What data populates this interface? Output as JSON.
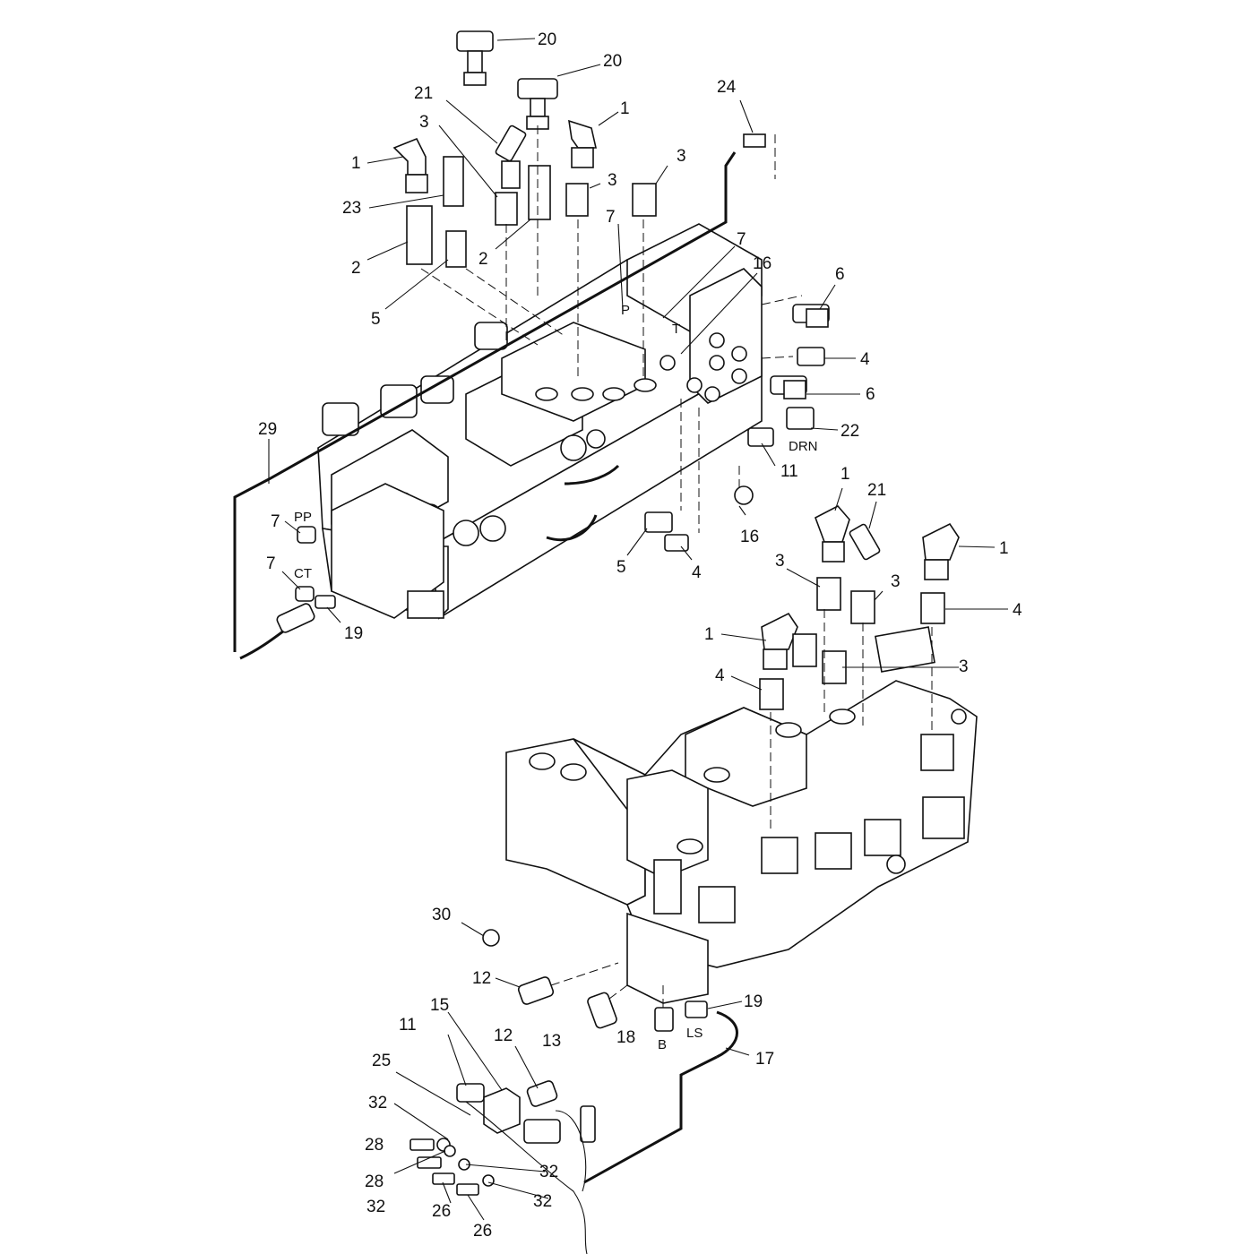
{
  "diagram": {
    "callouts": [
      {
        "text": "20"
      },
      {
        "text": "20"
      },
      {
        "text": "21"
      },
      {
        "text": "1"
      },
      {
        "text": "24"
      },
      {
        "text": "3"
      },
      {
        "text": "1"
      },
      {
        "text": "23"
      },
      {
        "text": "3"
      },
      {
        "text": "3"
      },
      {
        "text": "2"
      },
      {
        "text": "2"
      },
      {
        "text": "7"
      },
      {
        "text": "7"
      },
      {
        "text": "16"
      },
      {
        "text": "5"
      },
      {
        "text": "6"
      },
      {
        "text": "4"
      },
      {
        "text": "6"
      },
      {
        "text": "22"
      },
      {
        "text": "29"
      },
      {
        "text": "11"
      },
      {
        "text": "7"
      },
      {
        "text": "16"
      },
      {
        "text": "7"
      },
      {
        "text": "5"
      },
      {
        "text": "4"
      },
      {
        "text": "19"
      },
      {
        "text": "1"
      },
      {
        "text": "21"
      },
      {
        "text": "1"
      },
      {
        "text": "3"
      },
      {
        "text": "3"
      },
      {
        "text": "4"
      },
      {
        "text": "1"
      },
      {
        "text": "3"
      },
      {
        "text": "4"
      },
      {
        "text": "30"
      },
      {
        "text": "12"
      },
      {
        "text": "19"
      },
      {
        "text": "15"
      },
      {
        "text": "13"
      },
      {
        "text": "18"
      },
      {
        "text": "11"
      },
      {
        "text": "12"
      },
      {
        "text": "17"
      },
      {
        "text": "25"
      },
      {
        "text": "32"
      },
      {
        "text": "28"
      },
      {
        "text": "32"
      },
      {
        "text": "28"
      },
      {
        "text": "32"
      },
      {
        "text": "32"
      },
      {
        "text": "26"
      },
      {
        "text": "26"
      }
    ],
    "port_labels": [
      {
        "text": "P"
      },
      {
        "text": "T"
      },
      {
        "text": "DRN"
      },
      {
        "text": "PP"
      },
      {
        "text": "CT"
      },
      {
        "text": "B"
      },
      {
        "text": "LS"
      }
    ]
  }
}
